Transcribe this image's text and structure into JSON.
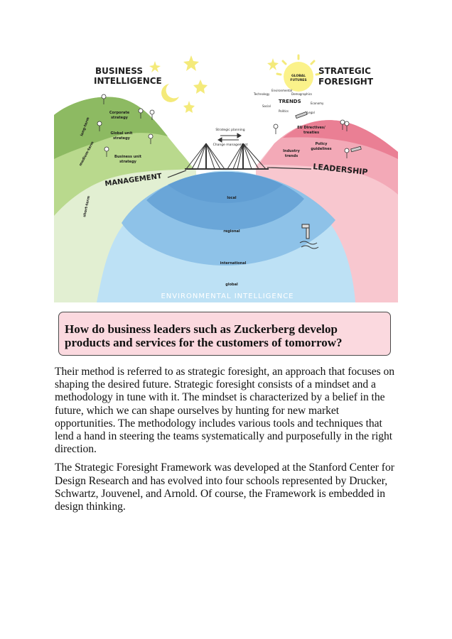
{
  "illustration": {
    "title_left_line1": "BUSINESS",
    "title_left_line2": "INTELLIGENCE",
    "title_right_line1": "STRATEGIC",
    "title_right_line2": "FORESIGHT",
    "sun_label_line1": "GLOBAL",
    "sun_label_line2": "FUTURES",
    "trends_label": "TRENDS",
    "trend_items": [
      "Technology",
      "Environmental",
      "Demographics",
      "Social",
      "Economy",
      "Politics",
      "Legal"
    ],
    "horizons": [
      "long-term",
      "medium-term",
      "short-term"
    ],
    "management_label": "MANAGEMENT",
    "leadership_label": "LEADERSHIP",
    "left_levels": [
      [
        "Corporate",
        "strategy"
      ],
      [
        "Global unit",
        "strategy"
      ],
      [
        "Business unit",
        "strategy"
      ]
    ],
    "right_levels": [
      [
        "EU Directives/",
        "treaties"
      ],
      [
        "Policy",
        "guidelines"
      ],
      [
        "Industry",
        "trends"
      ]
    ],
    "bridge_labels": [
      "Strategic planning",
      "Change management"
    ],
    "water_levels": [
      "local",
      "regional",
      "international",
      "global"
    ],
    "bottom_label": "ENVIRONMENTAL INTELLIGENCE",
    "colors": {
      "left_dark": "#8dba62",
      "left_mid": "#b9d98d",
      "left_light": "#e2efd2",
      "right_dark": "#ea7f94",
      "right_mid": "#f3a9b7",
      "right_light": "#f8c7cf",
      "water_deep": "#6aa6d8",
      "water_mid": "#8ec2e8",
      "water_light": "#bde1f5",
      "sun": "#fbf28a",
      "stars": "#f4ea7a"
    }
  },
  "callout": {
    "question": "How do business leaders such as Zuckerberg develop products and services for the customers of tomorrow?"
  },
  "body": {
    "paragraph1": "Their method is referred to as strategic foresight, an approach that focuses on shaping the desired future. Strategic foresight consists of a mindset and a methodology in tune with it. The mindset is characterized by a belief in the future, which we can shape ourselves by hunting for new market opportunities. The methodology includes various tools and techniques that lend a hand in steering the teams systematically and purposefully in the right direction.",
    "paragraph2": "The Strategic Foresight Framework was developed at the Stanford Center for Design Research and has evolved into four schools represented by Drucker, Schwartz, Jouvenel, and Arnold. Of course, the Framework is embedded in design thinking."
  }
}
